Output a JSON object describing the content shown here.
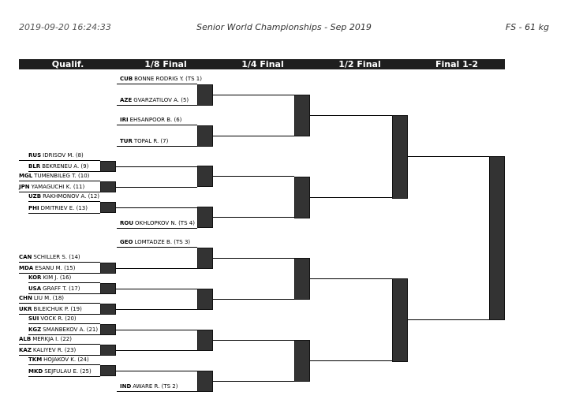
{
  "header": {
    "timestamp": "2019-09-20 16:24:33",
    "title": "Senior World Championships - Sep 2019",
    "weight_class": "FS - 61 kg"
  },
  "columns": [
    "Qualif.",
    "1/8 Final",
    "1/4 Final",
    "1/2 Final",
    "Final 1-2"
  ],
  "entries": [
    {
      "country": "CUB",
      "name": "BONNE RODRIG Y. (TS 1)"
    },
    {
      "country": "AZE",
      "name": "GVARZATILOV A. (5)"
    },
    {
      "country": "IRI",
      "name": "EHSANPOOR B. (6)"
    },
    {
      "country": "TUR",
      "name": "TOPAL R. (7)"
    },
    {
      "country": "RUS",
      "name": "IDRISOV M. (8)"
    },
    {
      "country": "BLR",
      "name": "BEKRENEU A. (9)"
    },
    {
      "country": "MGL",
      "name": "TUMENBILEG T. (10)"
    },
    {
      "country": "JPN",
      "name": "YAMAGUCHI K. (11)"
    },
    {
      "country": "UZB",
      "name": "RAKHMONOV A. (12)"
    },
    {
      "country": "PHI",
      "name": "DMITRIEV E. (13)"
    },
    {
      "country": "ROU",
      "name": "OKHLOPKOV N. (TS 4)"
    },
    {
      "country": "GEO",
      "name": "LOMTADZE B. (TS 3)"
    },
    {
      "country": "CAN",
      "name": "SCHILLER S. (14)"
    },
    {
      "country": "MDA",
      "name": "ESANU M. (15)"
    },
    {
      "country": "KOR",
      "name": "KIM J. (16)"
    },
    {
      "country": "USA",
      "name": "GRAFF T. (17)"
    },
    {
      "country": "CHN",
      "name": "LIU M. (18)"
    },
    {
      "country": "UKR",
      "name": "BILEICHUK P. (19)"
    },
    {
      "country": "SUI",
      "name": "VOCK R. (20)"
    },
    {
      "country": "KGZ",
      "name": "SMANBEKOV A. (21)"
    },
    {
      "country": "ALB",
      "name": "MERKJA I. (22)"
    },
    {
      "country": "KAZ",
      "name": "KALIYEV R. (23)"
    },
    {
      "country": "TKM",
      "name": "HOJAKOV K. (24)"
    },
    {
      "country": "MKD",
      "name": "SEJFULAU E. (25)"
    },
    {
      "country": "IND",
      "name": "AWARE R. (TS 2)"
    }
  ]
}
